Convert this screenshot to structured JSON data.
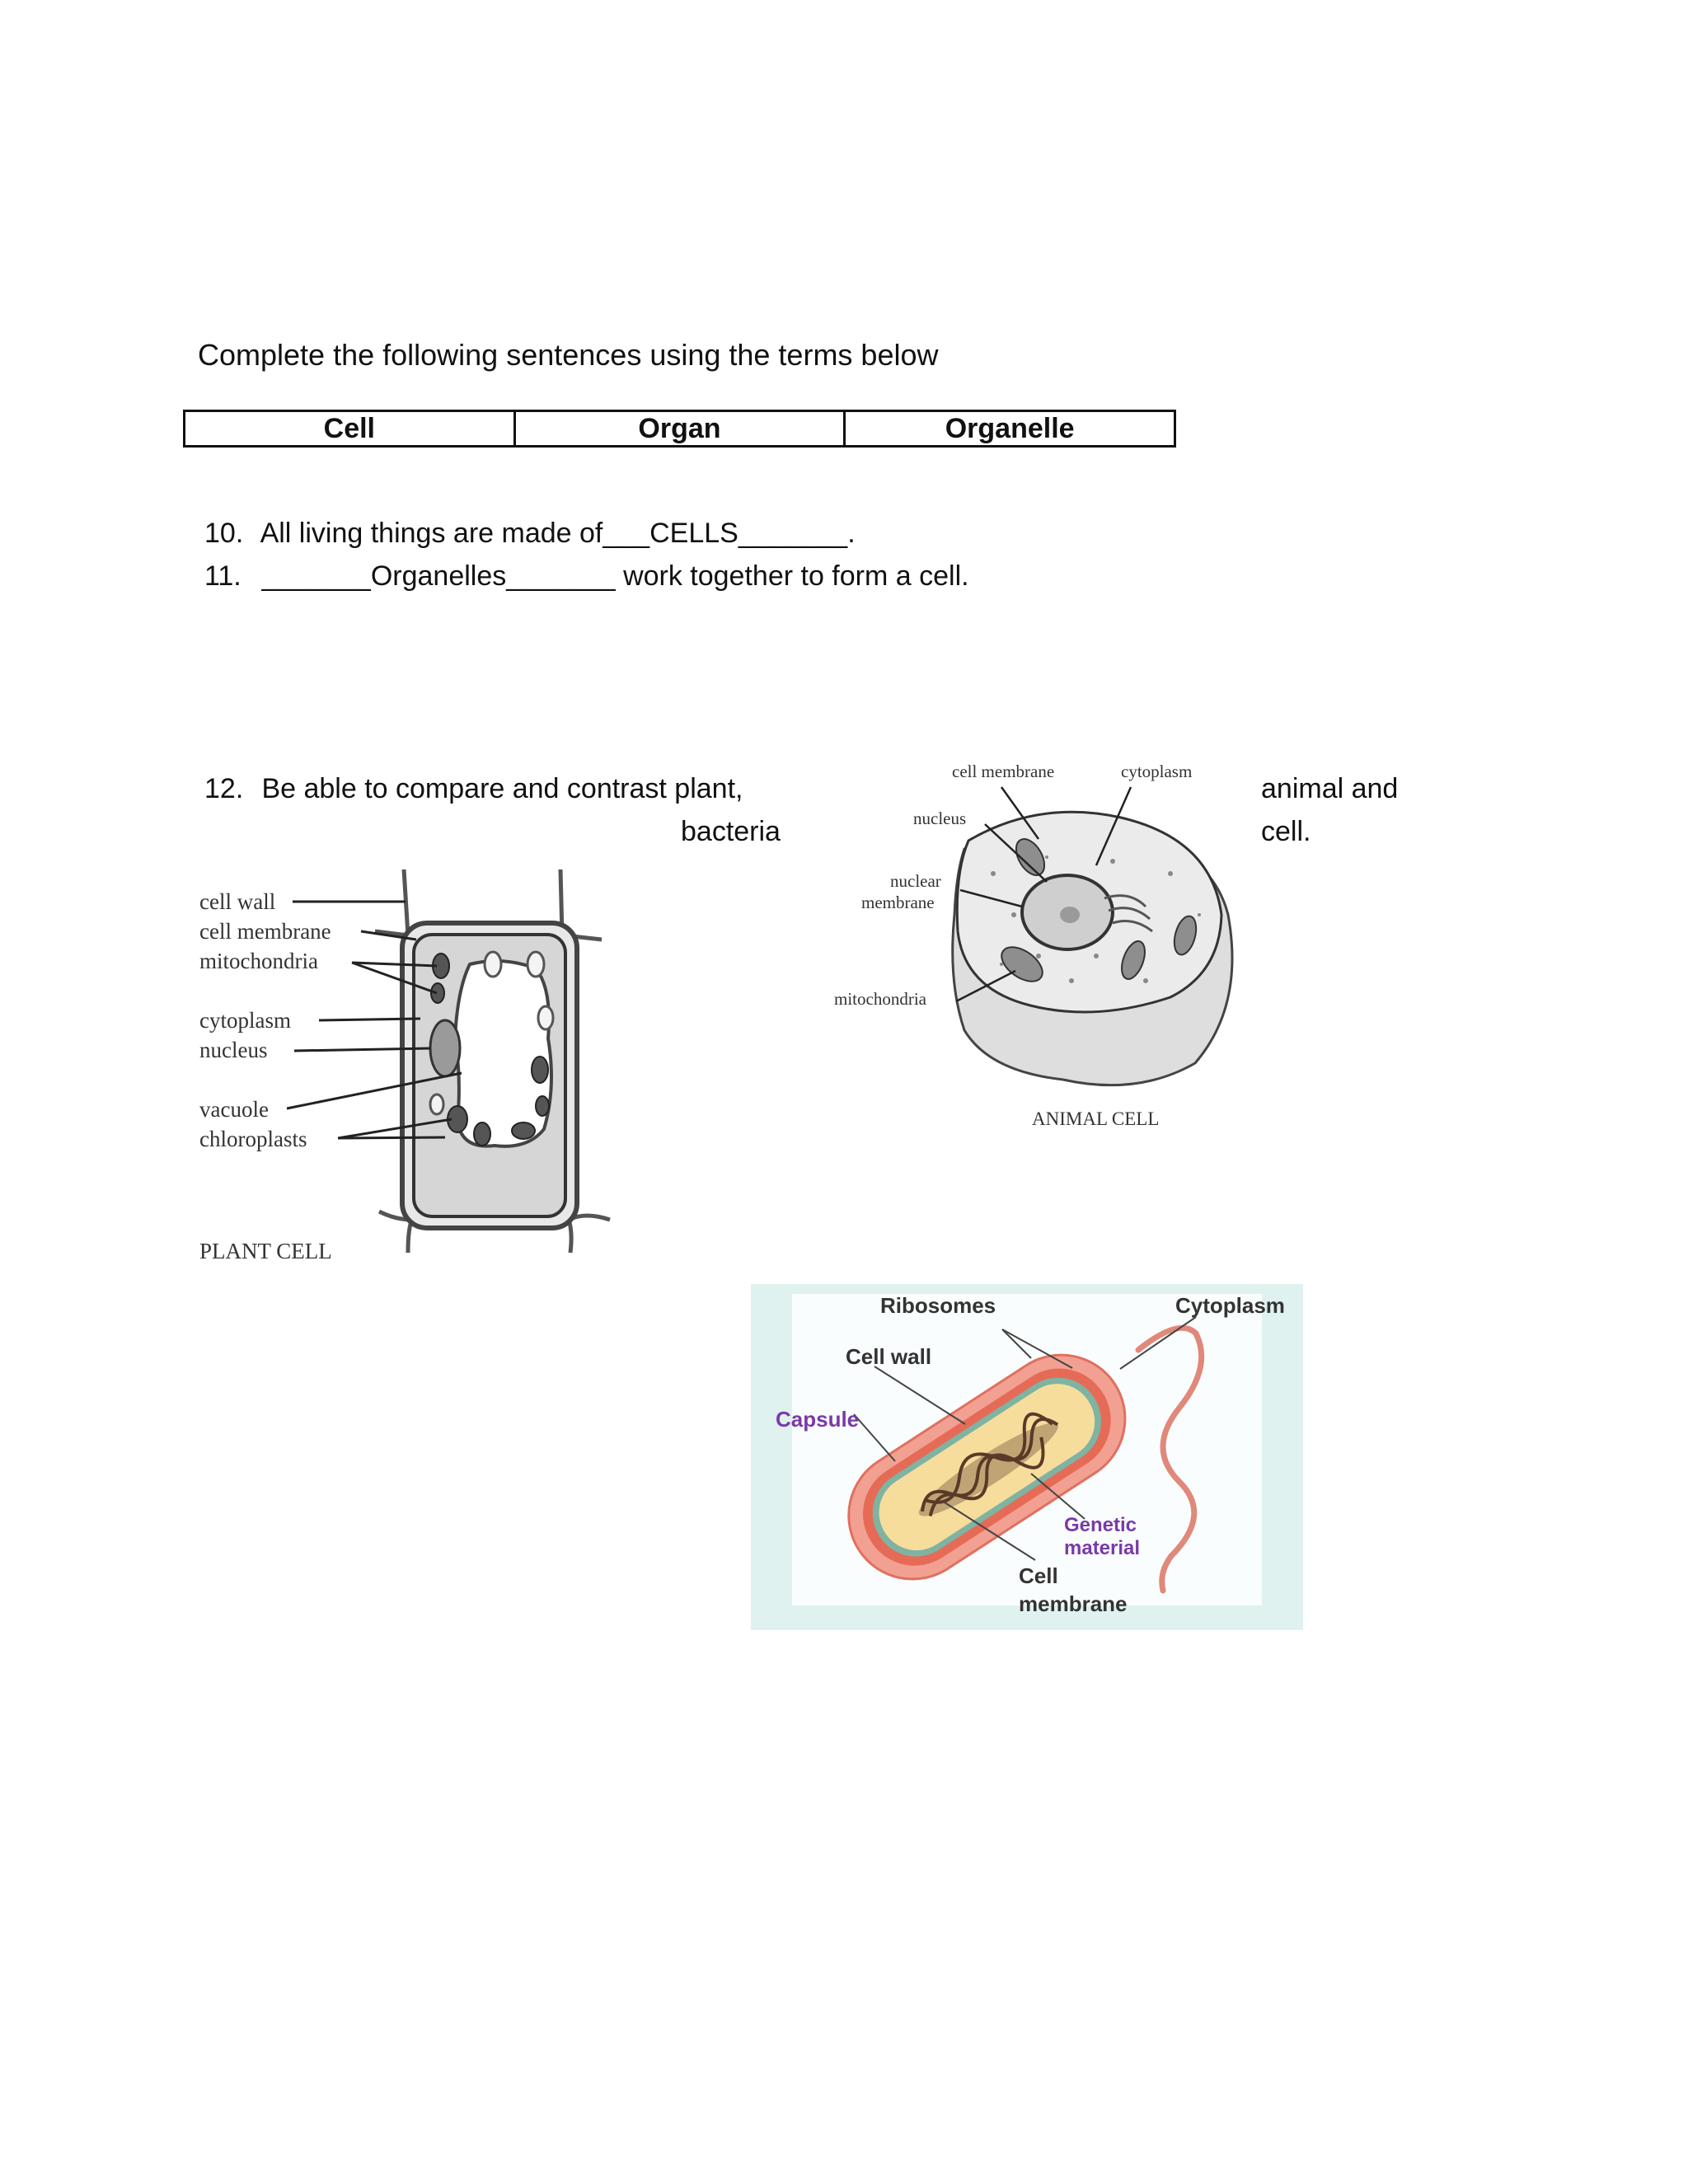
{
  "instructions": "Complete the following sentences using the terms below",
  "terms": [
    "Cell",
    "Organ",
    "Organelle"
  ],
  "questions": [
    {
      "number": "10.",
      "before": "All living things are made of",
      "blank_answer": "___CELLS_______",
      "after": "."
    },
    {
      "number": "11.",
      "before": "",
      "blank_answer": "_______Organelles_______",
      "after": "work together to form a cell."
    }
  ],
  "question12": {
    "number": "12.",
    "part1": "Be able to compare and contrast plant,",
    "part2": "bacteria",
    "part3": "animal and",
    "part4": "cell."
  },
  "plant_cell": {
    "title": "PLANT CELL",
    "labels": [
      "cell wall",
      "cell membrane",
      "mitochondria",
      "cytoplasm",
      "nucleus",
      "vacuole",
      "chloroplasts"
    ]
  },
  "animal_cell": {
    "title": "ANIMAL CELL",
    "labels": {
      "cell_membrane": "cell membrane",
      "cytoplasm": "cytoplasm",
      "nucleus": "nucleus",
      "nuclear_membrane_1": "nuclear",
      "nuclear_membrane_2": "membrane",
      "mitochondria": "mitochondria"
    }
  },
  "bacteria_cell": {
    "labels": {
      "ribosomes": "Ribosomes",
      "cytoplasm": "Cytoplasm",
      "cell_wall": "Cell wall",
      "capsule": "Capsule",
      "genetic_material_1": "Genetic",
      "genetic_material_2": "material",
      "cell_membrane_1": "Cell",
      "cell_membrane_2": "membrane"
    },
    "colors": {
      "background": "#dff2ef",
      "capsule": "#f08f80",
      "wall": "#e56b57",
      "cytoplasm": "#f7dd9c",
      "genetic": "#5a3a28",
      "purple_label": "#7a3aa8"
    }
  }
}
